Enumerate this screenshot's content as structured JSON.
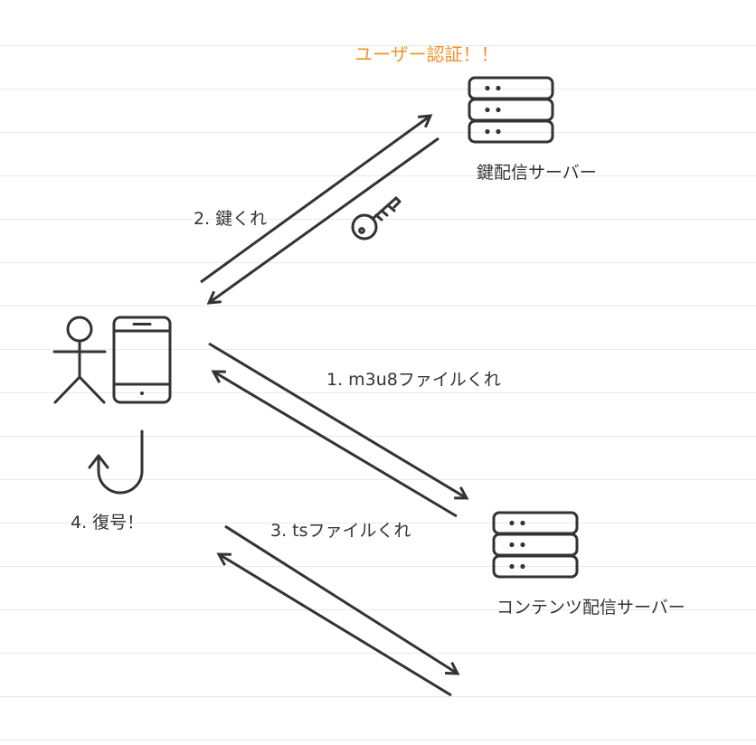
{
  "labels": {
    "auth_note": "ユーザー認証！！",
    "key_server": "鍵配信サーバー",
    "content_server": "コンテンツ配信サーバー",
    "step1": "1. m3u8ファイルくれ",
    "step2": "2. 鍵くれ",
    "step3": "3. tsファイルくれ",
    "step4": "4. 復号！"
  },
  "icons": {
    "user": "person-icon",
    "device": "smartphone-icon",
    "key": "key-icon",
    "server": "server-icon",
    "loop": "return-arrow-icon"
  },
  "colors": {
    "stroke": "#333333",
    "accent": "#f0932b",
    "text": "#333333",
    "rule": "#e9e9e9"
  }
}
